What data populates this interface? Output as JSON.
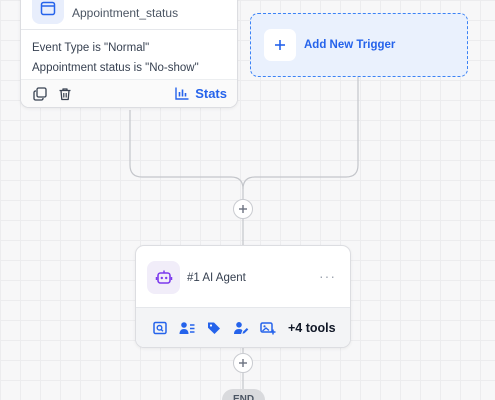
{
  "trigger": {
    "title": "Appointment_status",
    "conditions": [
      "Event Type is \"Normal\"",
      "Appointment status is \"No-show\""
    ],
    "stats_label": "Stats",
    "icons": [
      "calendar-icon",
      "copy-icon",
      "trash-icon",
      "bar-chart-icon"
    ]
  },
  "add_trigger": {
    "label": "Add New Trigger",
    "icon": "plus-icon"
  },
  "agent": {
    "title": "#1 AI Agent",
    "more": "···",
    "tools": [
      "search-doc-icon",
      "contact-list-icon",
      "tag-icon",
      "user-edit-icon",
      "image-add-icon"
    ],
    "more_tools": "+4 tools"
  },
  "end_label": "END",
  "colors": {
    "accent": "#2563eb",
    "agent_icon": "#7c3aed",
    "connector": "#c4c6cb"
  }
}
